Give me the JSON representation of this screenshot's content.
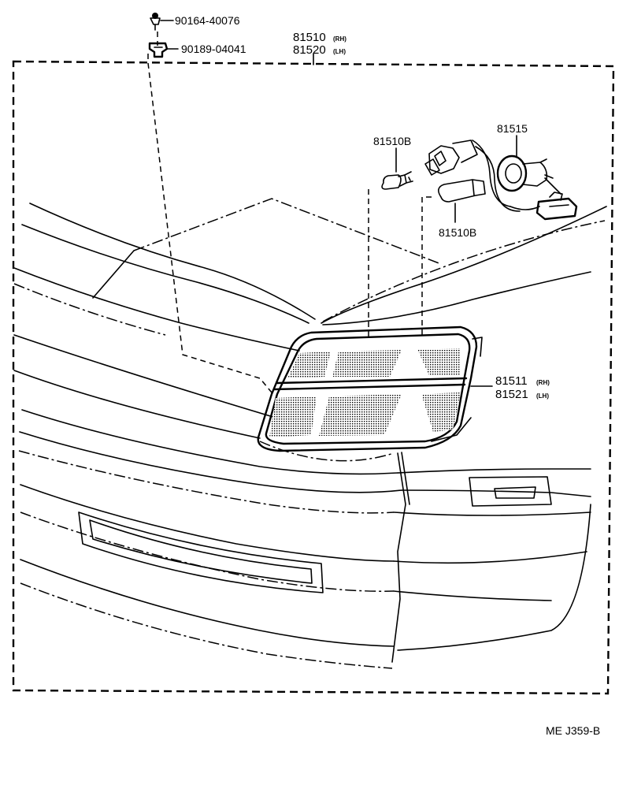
{
  "parts": {
    "screw": {
      "number": "90164-40076"
    },
    "clip": {
      "number": "90189-04041"
    },
    "lamp_assy": {
      "number_rh": "81510",
      "suffix_rh": "(RH)",
      "number_lh": "81520",
      "suffix_lh": "(LH)"
    },
    "bulb_small": {
      "number": "81510B"
    },
    "bulb_large": {
      "number": "81510B"
    },
    "socket_cord": {
      "number": "81515"
    },
    "lens": {
      "number_rh": "81511",
      "suffix_rh": "(RH)",
      "number_lh": "81521",
      "suffix_lh": "(LH)"
    }
  },
  "diagram_ref": "ME J359-B"
}
